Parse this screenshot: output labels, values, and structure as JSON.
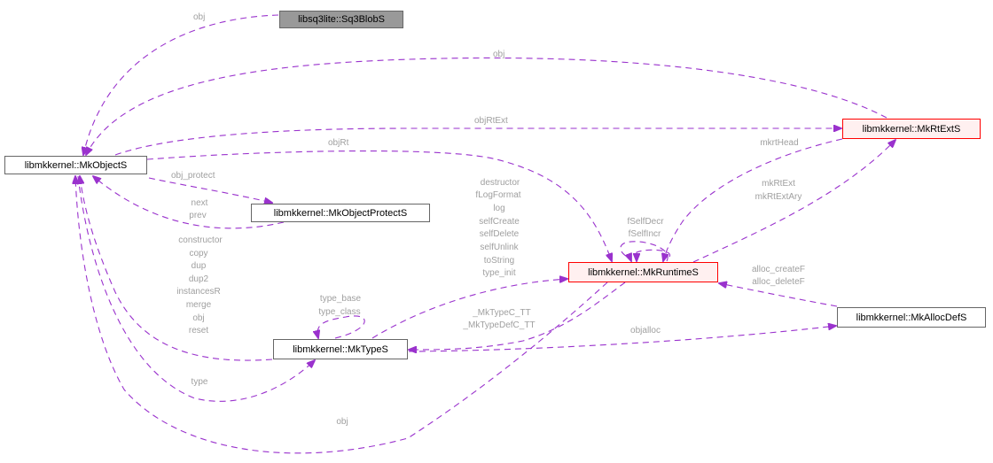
{
  "colors": {
    "edge": "#9a32cd",
    "edge_label": "#9f9f9f",
    "node_border": "#666666",
    "node_fill": "#ffffff",
    "external_fill": "#999999",
    "highlight_border": "#ff0000",
    "highlight_fill": "#fff0f0"
  },
  "nodes": {
    "sq3blob": {
      "label": "libsq3lite::Sq3BlobS",
      "style": "external"
    },
    "mkobject": {
      "label": "libmkkernel::MkObjectS",
      "style": "normal"
    },
    "mkobjectprotect": {
      "label": "libmkkernel::MkObjectProtectS",
      "style": "normal"
    },
    "mkrtext": {
      "label": "libmkkernel::MkRtExtS",
      "style": "incomplete"
    },
    "mkruntime": {
      "label": "libmkkernel::MkRuntimeS",
      "style": "incomplete"
    },
    "mktype": {
      "label": "libmkkernel::MkTypeS",
      "style": "normal"
    },
    "mkallocdef": {
      "label": "libmkkernel::MkAllocDefS",
      "style": "normal"
    }
  },
  "edges": [
    {
      "from": "libsq3lite::Sq3BlobS",
      "to": "libmkkernel::MkObjectS",
      "labels": [
        "obj"
      ]
    },
    {
      "from": "libmkkernel::MkRtExtS",
      "to": "libmkkernel::MkObjectS",
      "labels": [
        "obj"
      ]
    },
    {
      "from": "libmkkernel::MkObjectS",
      "to": "libmkkernel::MkRtExtS",
      "labels": [
        "objRtExt"
      ]
    },
    {
      "from": "libmkkernel::MkObjectS",
      "to": "libmkkernel::MkRuntimeS",
      "labels": [
        "objRt"
      ]
    },
    {
      "from": "libmkkernel::MkObjectS",
      "to": "libmkkernel::MkObjectProtectS",
      "labels": [
        "obj_protect"
      ]
    },
    {
      "from": "libmkkernel::MkObjectProtectS",
      "to": "libmkkernel::MkObjectS",
      "labels": [
        "next",
        "prev"
      ]
    },
    {
      "from": "libmkkernel::MkTypeS",
      "to": "libmkkernel::MkObjectS",
      "labels": [
        "constructor",
        "copy",
        "dup",
        "dup2",
        "instancesR",
        "merge",
        "obj",
        "reset"
      ]
    },
    {
      "from": "libmkkernel::MkTypeS",
      "to": "libmkkernel::MkTypeS",
      "labels": [
        "type_base",
        "type_class"
      ]
    },
    {
      "from": "libmkkernel::MkTypeS",
      "to": "libmkkernel::MkRuntimeS",
      "labels": [
        "destructor",
        "fLogFormat",
        "log",
        "selfCreate",
        "selfDelete",
        "selfUnlink",
        "toString",
        "type_init"
      ]
    },
    {
      "from": "libmkkernel::MkRuntimeS",
      "to": "libmkkernel::MkRuntimeS",
      "labels": [
        "fSelfDecr",
        "fSelfIncr"
      ]
    },
    {
      "from": "libmkkernel::MkRtExtS",
      "to": "libmkkernel::MkRuntimeS",
      "labels": [
        "mkrtHead"
      ]
    },
    {
      "from": "libmkkernel::MkRuntimeS",
      "to": "libmkkernel::MkRtExtS",
      "labels": [
        "mkRtExt",
        "mkRtExtAry"
      ]
    },
    {
      "from": "libmkkernel::MkAllocDefS",
      "to": "libmkkernel::MkRuntimeS",
      "labels": [
        "alloc_createF",
        "alloc_deleteF"
      ]
    },
    {
      "from": "libmkkernel::MkRuntimeS",
      "to": "libmkkernel::MkTypeS",
      "labels": [
        "_MkTypeC_TT",
        "_MkTypeDefC_TT"
      ]
    },
    {
      "from": "libmkkernel::MkAllocDefS",
      "to": "libmkkernel::MkTypeS",
      "labels": [
        "objalloc"
      ]
    },
    {
      "from": "libmkkernel::MkObjectS",
      "to": "libmkkernel::MkTypeS",
      "labels": [
        "type"
      ]
    },
    {
      "from": "libmkkernel::MkRuntimeS",
      "to": "libmkkernel::MkObjectS",
      "labels": [
        "obj"
      ]
    }
  ]
}
